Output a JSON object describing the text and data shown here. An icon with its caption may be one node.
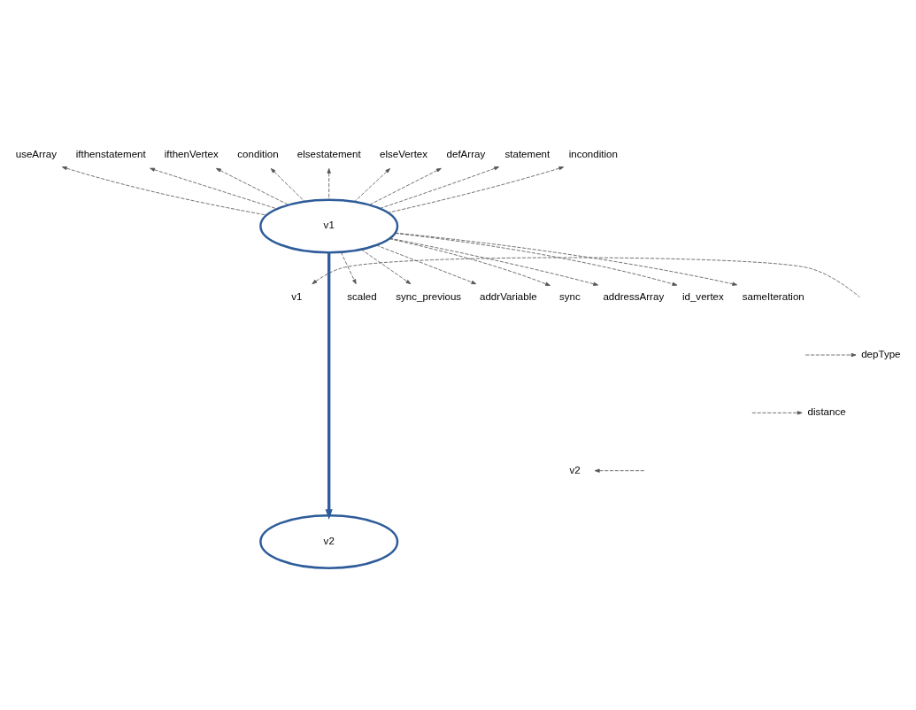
{
  "diagram": {
    "nodes": [
      {
        "text": [
          "v1"
        ]
      },
      {
        "text": [
          "v2"
        ]
      },
      {
        "text": [
          "useArray"
        ]
      },
      {
        "text": [
          "ifthenstatement"
        ]
      },
      {
        "text": [
          "ifthenVertex"
        ]
      },
      {
        "text": [
          "condition"
        ]
      },
      {
        "text": [
          "elsestatement"
        ]
      },
      {
        "text": [
          "elseVertex"
        ]
      },
      {
        "text": [
          "defArray"
        ]
      },
      {
        "text": [
          "statement"
        ]
      },
      {
        "text": [
          "incondition"
        ]
      },
      {
        "text": [
          "scaled"
        ]
      },
      {
        "text": [
          "sync_previous"
        ]
      },
      {
        "text": [
          "addrVariable"
        ]
      },
      {
        "text": [
          "sync"
        ]
      },
      {
        "text": [
          "addressArray"
        ]
      },
      {
        "text": [
          "id_vertex"
        ]
      },
      {
        "text": [
          "sameIteration"
        ]
      },
      {
        "text": [
          "v1"
        ]
      },
      {
        "text": [
          "depType"
        ]
      },
      {
        "text": [
          "distance"
        ]
      },
      {
        "text": [
          "v2"
        ]
      }
    ],
    "edges": [
      {
        "from": 0,
        "to": 1,
        "arrow": "to",
        "style": "thick",
        "color": "#2e5c9a"
      },
      {
        "from": 0,
        "to": 2,
        "arrow": "to",
        "style": "dashed"
      },
      {
        "from": 0,
        "to": 3,
        "arrow": "to",
        "style": "dashed"
      },
      {
        "from": 0,
        "to": 4,
        "arrow": "to",
        "style": "dashed"
      },
      {
        "from": 0,
        "to": 5,
        "arrow": "to",
        "style": "dashed"
      },
      {
        "from": 0,
        "to": 6,
        "arrow": "to",
        "style": "dashed"
      },
      {
        "from": 0,
        "to": 7,
        "arrow": "to",
        "style": "dashed"
      },
      {
        "from": 0,
        "to": 8,
        "arrow": "to",
        "style": "dashed"
      },
      {
        "from": 0,
        "to": 9,
        "arrow": "to",
        "style": "dashed"
      },
      {
        "from": 0,
        "to": 10,
        "arrow": "to",
        "style": "dashed"
      },
      {
        "from": 0,
        "to": 11,
        "arrow": "to",
        "style": "dashed"
      },
      {
        "from": 0,
        "to": 12,
        "arrow": "to",
        "style": "dashed"
      },
      {
        "from": 0,
        "to": 13,
        "arrow": "to",
        "style": "dashed"
      },
      {
        "from": 0,
        "to": 14,
        "arrow": "to",
        "style": "dashed"
      },
      {
        "from": 0,
        "to": 15,
        "arrow": "to",
        "style": "dashed"
      },
      {
        "from": 0,
        "to": 16,
        "arrow": "to",
        "style": "dashed"
      },
      {
        "from": 0,
        "to": 17,
        "arrow": "to",
        "style": "dashed"
      },
      {
        "from": null,
        "to": 18,
        "arrow": "to",
        "style": "dashed"
      },
      {
        "from": null,
        "to": 19,
        "arrow": "to",
        "style": "dashed"
      },
      {
        "from": null,
        "to": 20,
        "arrow": "to",
        "style": "dashed"
      },
      {
        "from": null,
        "to": 21,
        "arrow": "to",
        "style": "dashed"
      }
    ]
  }
}
